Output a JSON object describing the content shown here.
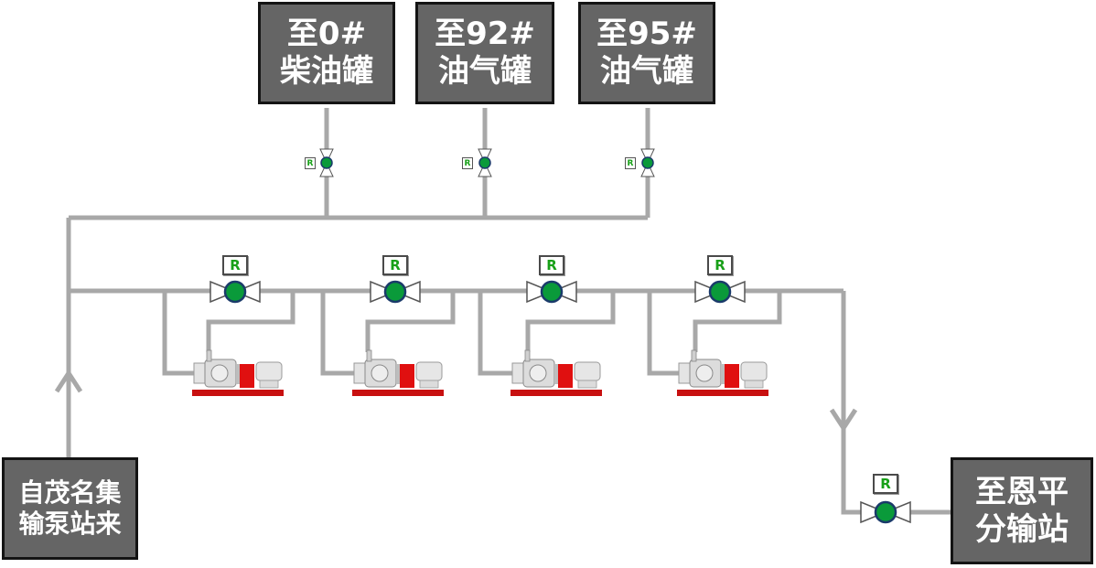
{
  "destinations": [
    {
      "line1": "至0#",
      "line2": "柴油罐"
    },
    {
      "line1": "至92#",
      "line2": "油气罐"
    },
    {
      "line1": "至95#",
      "line2": "油气罐"
    }
  ],
  "source": {
    "line1": "自茂名集",
    "line2": "输泵站来"
  },
  "outlet": {
    "line1": "至恩平",
    "line2": "分输站"
  },
  "valve_label": "R",
  "colors": {
    "box_fill": "#656565",
    "pipe": "#a8a8a8",
    "valve_status": "#0a9a3a",
    "pump_motor": "#e01010"
  }
}
